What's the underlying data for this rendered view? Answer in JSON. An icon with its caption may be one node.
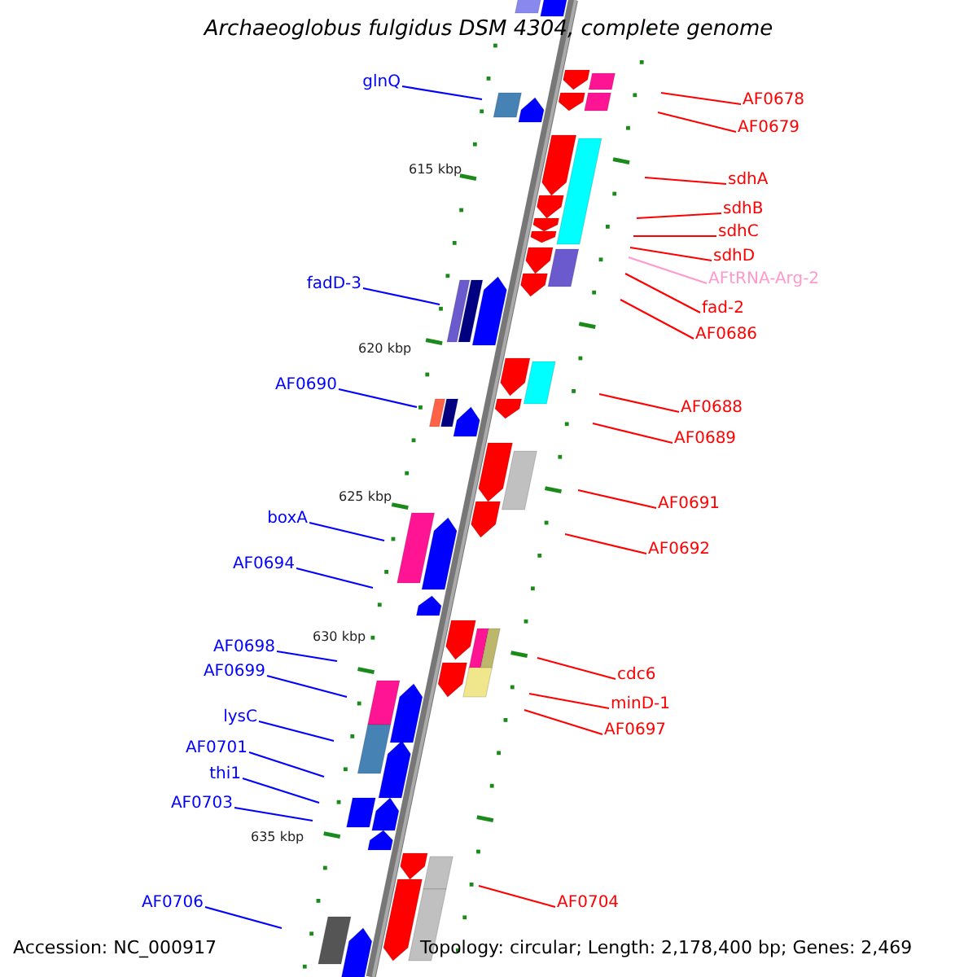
{
  "diagram": {
    "nodes": [
      {
        "text": [
          "glnQ"
        ]
      },
      {
        "text": [
          "AF0678"
        ]
      },
      {
        "text": [
          "AF0679"
        ]
      },
      {
        "text": [
          "sdhA"
        ]
      },
      {
        "text": [
          "sdhB"
        ]
      },
      {
        "text": [
          "sdhC"
        ]
      },
      {
        "text": [
          "sdhD"
        ]
      },
      {
        "text": [
          "AFtRNA-Arg-2"
        ]
      },
      {
        "text": [
          "fadD-3"
        ]
      },
      {
        "text": [
          "fad-2"
        ]
      },
      {
        "text": [
          "AF0686"
        ]
      },
      {
        "text": [
          "AF0690"
        ]
      },
      {
        "text": [
          "AF0688"
        ]
      },
      {
        "text": [
          "AF0689"
        ]
      },
      {
        "text": [
          "AF0691"
        ]
      },
      {
        "text": [
          "boxA"
        ]
      },
      {
        "text": [
          "AF0692"
        ]
      },
      {
        "text": [
          "AF0694"
        ]
      },
      {
        "text": [
          "AF0698"
        ]
      },
      {
        "text": [
          "AF0699"
        ]
      },
      {
        "text": [
          "cdc6"
        ]
      },
      {
        "text": [
          "minD-1"
        ]
      },
      {
        "text": [
          "lysC"
        ]
      },
      {
        "text": [
          "AF0697"
        ]
      },
      {
        "text": [
          "AF0701"
        ]
      },
      {
        "text": [
          "thi1"
        ]
      },
      {
        "text": [
          "AF0703"
        ]
      },
      {
        "text": [
          "AF0704"
        ]
      },
      {
        "text": [
          "AF0706"
        ]
      }
    ],
    "edges": [
      {
        "from": 0,
        "to": null,
        "arrow": "none",
        "color": "#0000ff"
      },
      {
        "from": 1,
        "to": null,
        "arrow": "none"
      },
      {
        "from": 2,
        "to": null,
        "arrow": "none"
      },
      {
        "from": 3,
        "to": null,
        "arrow": "none"
      },
      {
        "from": 4,
        "to": null,
        "arrow": "none"
      },
      {
        "from": 5,
        "to": null,
        "arrow": "none"
      },
      {
        "from": 6,
        "to": null,
        "arrow": "none"
      },
      {
        "from": 7,
        "to": null,
        "arrow": "none",
        "color": "#ff99cc"
      },
      {
        "from": 8,
        "to": null,
        "arrow": "none",
        "color": "#0000ff"
      },
      {
        "from": 9,
        "to": null,
        "arrow": "none"
      },
      {
        "from": 10,
        "to": null,
        "arrow": "none"
      },
      {
        "from": 11,
        "to": null,
        "arrow": "none",
        "color": "#0000ff"
      },
      {
        "from": 12,
        "to": null,
        "arrow": "none"
      },
      {
        "from": 13,
        "to": null,
        "arrow": "none"
      },
      {
        "from": 14,
        "to": null,
        "arrow": "none"
      },
      {
        "from": 15,
        "to": null,
        "arrow": "none",
        "color": "#0000ff"
      },
      {
        "from": 16,
        "to": null,
        "arrow": "none"
      },
      {
        "from": 17,
        "to": null,
        "arrow": "none",
        "color": "#0000ff"
      },
      {
        "from": 18,
        "to": null,
        "arrow": "none",
        "color": "#0000ff"
      },
      {
        "from": 19,
        "to": null,
        "arrow": "none",
        "color": "#0000ff"
      },
      {
        "from": 20,
        "to": null,
        "arrow": "none"
      },
      {
        "from": 21,
        "to": null,
        "arrow": "none"
      },
      {
        "from": 22,
        "to": null,
        "arrow": "none",
        "color": "#0000ff"
      },
      {
        "from": 23,
        "to": null,
        "arrow": "none"
      },
      {
        "from": 24,
        "to": null,
        "arrow": "none",
        "color": "#0000ff"
      },
      {
        "from": 25,
        "to": null,
        "arrow": "none",
        "color": "#0000ff"
      },
      {
        "from": 26,
        "to": null,
        "arrow": "none",
        "color": "#0000ff"
      },
      {
        "from": 27,
        "to": null,
        "arrow": "none"
      },
      {
        "from": 28,
        "to": null,
        "arrow": "none",
        "color": "#0000ff"
      }
    ],
    "labels": [
      "Archaeoglobus fulgidus DSM 4304, complete genome",
      "615 kbp",
      "620 kbp",
      "625 kbp",
      "630 kbp",
      "635 kbp",
      "Accession: NC_000917",
      "Topology: circular; Length: 2,178,400 bp; Genes: 2,469"
    ]
  }
}
